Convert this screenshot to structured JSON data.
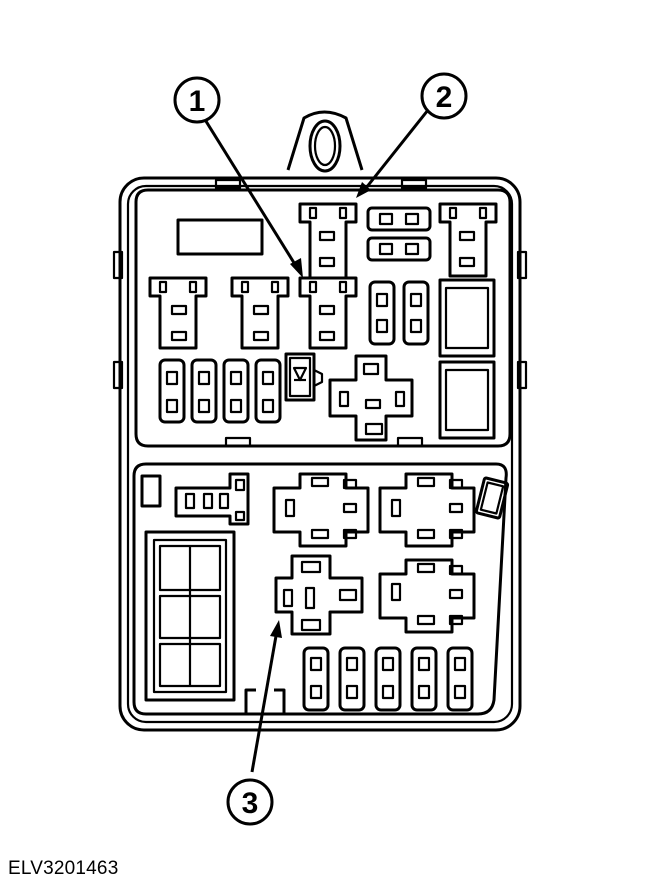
{
  "callouts": [
    {
      "label": "1"
    },
    {
      "label": "2"
    },
    {
      "label": "3"
    }
  ],
  "reference_code": "ELV3201463",
  "colors": {
    "ink": "#000000",
    "paper": "#ffffff"
  }
}
